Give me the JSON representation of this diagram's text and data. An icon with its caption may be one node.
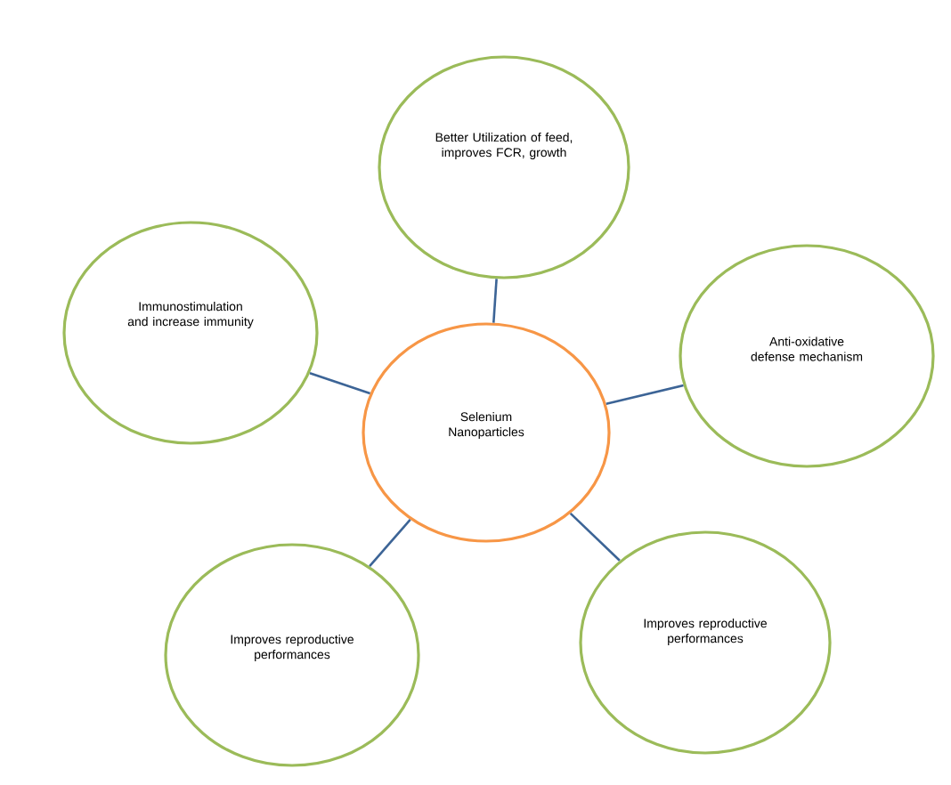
{
  "diagram": {
    "nodes": [
      {
        "text": [
          "Selenium Nanoparticles"
        ]
      },
      {
        "text": [
          "Better Utilization  of feed, improves FCR, growth"
        ]
      },
      {
        "text": [
          "Immunostimulation and increase immunity"
        ]
      },
      {
        "text": [
          "Anti-oxidative defense mechanism"
        ]
      },
      {
        "text": [
          "Improves reproductive performances"
        ]
      },
      {
        "text": [
          "Improves reproductive performances"
        ]
      }
    ],
    "edges": [
      {
        "from": 0,
        "to": 1,
        "arrow": "none"
      },
      {
        "from": 0,
        "to": 2,
        "arrow": "none"
      },
      {
        "from": 0,
        "to": 3,
        "arrow": "none"
      },
      {
        "from": 0,
        "to": 4,
        "arrow": "none"
      },
      {
        "from": 0,
        "to": 5,
        "arrow": "none"
      }
    ]
  }
}
